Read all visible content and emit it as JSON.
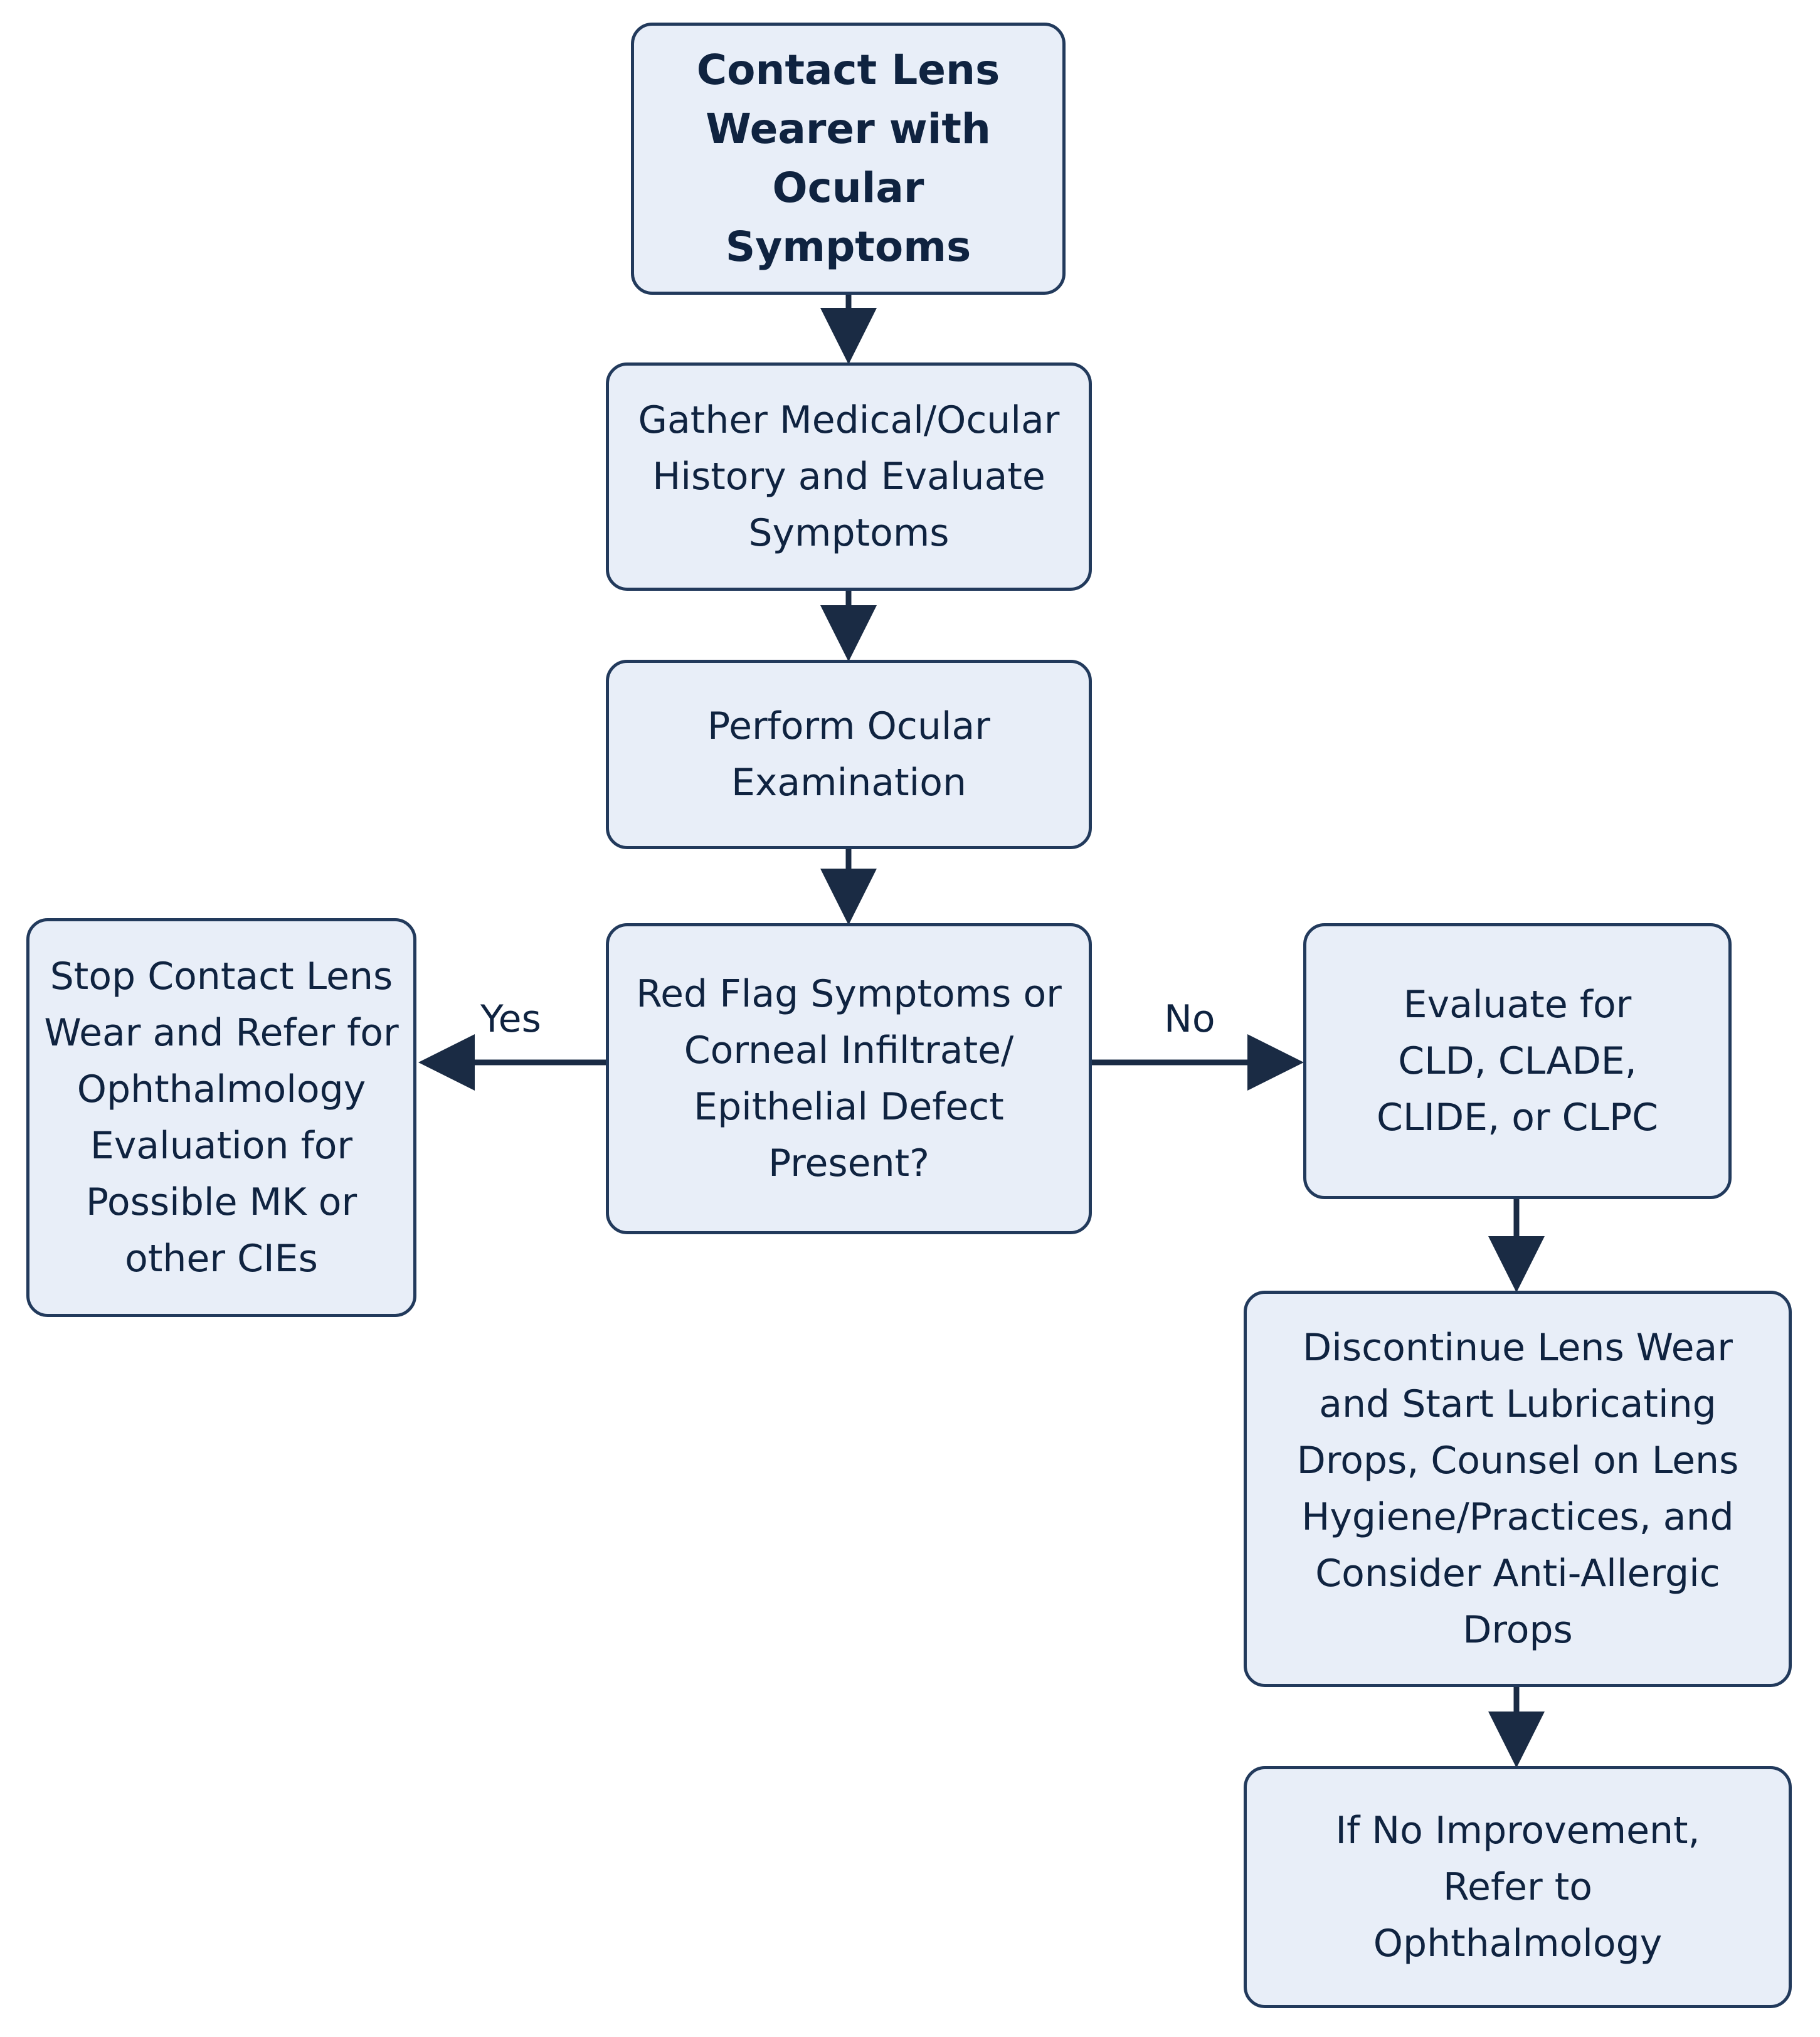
{
  "diagram": {
    "colors": {
      "box_fill": "#e8eef8",
      "box_border": "#223a5c",
      "text": "#0f2340",
      "arrow": "#1a2b44"
    },
    "nodes": {
      "start": "Contact Lens\nWearer with\nOcular\nSymptoms",
      "history": "Gather Medical/Ocular\nHistory and Evaluate\nSymptoms",
      "exam": "Perform Ocular\nExamination",
      "decision": "Red Flag Symptoms or\nCorneal Infiltrate/\nEpithelial Defect\nPresent?",
      "refer_ophthalmology": "Stop Contact Lens\nWear and Refer for\nOphthalmology\nEvaluation for\nPossible MK or\nother CIEs",
      "evaluate_cld": "Evaluate for\nCLD, CLADE,\nCLIDE, or CLPC",
      "discontinue": "Discontinue Lens Wear\nand Start Lubricating\nDrops, Counsel on Lens\nHygiene/Practices, and\nConsider Anti-Allergic\nDrops",
      "no_improvement": "If No Improvement,\nRefer to\nOphthalmology"
    },
    "edge_labels": {
      "yes": "Yes",
      "no": "No"
    }
  }
}
